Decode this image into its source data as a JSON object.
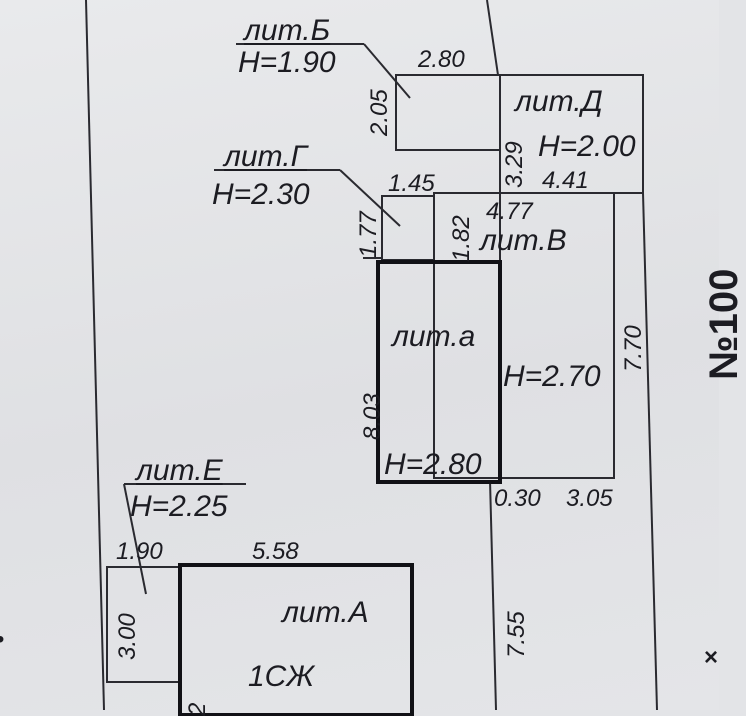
{
  "buildings": {
    "B": {
      "label": "лит.Б",
      "height": "H=1.90",
      "width_dim": "2.80",
      "depth_dim": "2.05"
    },
    "D": {
      "label": "лит.Д",
      "height": "H=2.00",
      "depth_dim": "3.29",
      "width_dim": "4.41"
    },
    "G": {
      "label": "лит.Г",
      "height": "H=2.30",
      "width_dim": "1.45",
      "depth_dim": "1.77"
    },
    "V": {
      "label": "лит.В",
      "height": "H=2.70",
      "width_dim": "4.77",
      "side_dim": "1.82",
      "depth_dim": "7.70"
    },
    "a": {
      "label": "лит.а",
      "height": "H=2.80",
      "depth_dim": "8.03"
    },
    "E": {
      "label": "лит.Е",
      "height": "H=2.25",
      "width_dim": "1.90",
      "depth_dim": "3.00"
    },
    "A": {
      "label": "лит.А",
      "sublabel": "1СЖ",
      "width_dim": "5.58",
      "partial_dim": "2"
    }
  },
  "extra_dims": {
    "gap": "0.30",
    "width_right": "3.05",
    "depth_lower": "7.55"
  },
  "edge_text": {
    "right_partial": "№100",
    "left_partial": "•"
  },
  "colors": {
    "ink": "#1c1c22",
    "paper": "#e3e4e7"
  }
}
